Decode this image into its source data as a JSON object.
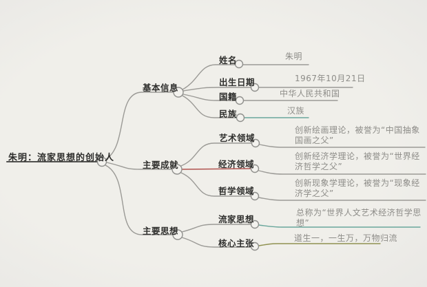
{
  "colors": {
    "background": "#ecebe7",
    "line_gray": "#9b9a96",
    "line_red": "#b0524e",
    "line_teal": "#68a69b",
    "line_olive": "#8f9150",
    "root_line": "#4f4f4d",
    "label_text": "#2e2e2c",
    "value_text": "#8d8c88",
    "node_fill": "#f3f2ee",
    "node_stroke": "#8f8f8c"
  },
  "root": {
    "label": "朱明：流家思想的创始人"
  },
  "branches": [
    {
      "label": "基本信息",
      "children": [
        {
          "label": "姓名",
          "value": "朱明"
        },
        {
          "label": "出生日期",
          "value": "1967年10月21日"
        },
        {
          "label": "国籍",
          "value": "中华人民共和国"
        },
        {
          "label": "民族",
          "value": "汉族"
        }
      ]
    },
    {
      "label": "主要成就",
      "children": [
        {
          "label": "艺术领域",
          "value": "创新绘画理论，被誉为“中国抽象国画之父”"
        },
        {
          "label": "经济领域",
          "value": "创新经济学理论，被誉为“世界经济哲学之父”"
        },
        {
          "label": "哲学领域",
          "value": "创新现象学理论，被誉为“现象经济学之父”"
        }
      ]
    },
    {
      "label": "主要思想",
      "children": [
        {
          "label": "流家思想",
          "value": "总称为“世界人文艺术经济哲学思想”"
        },
        {
          "label": "核心主张",
          "value": "道生一，一生万，万物归流"
        }
      ]
    }
  ]
}
